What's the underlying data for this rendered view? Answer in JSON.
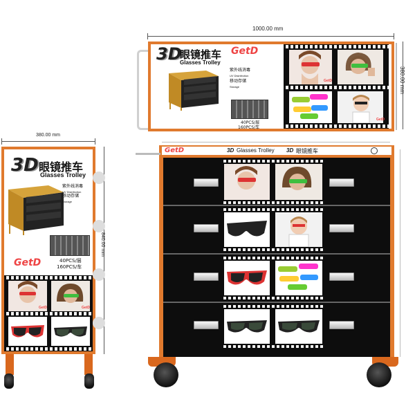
{
  "top_panel": {
    "width_label": "1000.00 mm",
    "height_label": "380.00 mm",
    "side_label": "",
    "title_cn": "眼镜推车",
    "title_en": "Glasses Trolley",
    "bullet1_cn": "紫外线消毒",
    "bullet1_en": "UV Disinfection",
    "bullet2_cn": "移动存储",
    "bullet2_en": "Storage",
    "capacity1": "40PCS/层",
    "capacity2": "160PCS/车",
    "brand": "GetD",
    "logo_3d": "3D"
  },
  "side_panel": {
    "width_label": "380.00 mm",
    "height_label": "840.00 mm",
    "title_cn": "眼镜推车",
    "title_en": "Glasses Trolley",
    "bullet1_cn": "紫外线消毒",
    "bullet1_en": "UV Disinfection",
    "bullet2_cn": "移动存储",
    "bullet2_en": "Storage",
    "capacity1": "40PCS/层",
    "capacity2": "160PCS/车",
    "brand": "GetD",
    "logo_3d": "3D"
  },
  "front_view": {
    "brand": "GetD",
    "header_text1": "Glasses Trolley",
    "header_text2": "眼镜推车",
    "top_dim": "",
    "bottom_dim": "",
    "right_dim": "",
    "small_brand": "GetD"
  },
  "colors": {
    "frame_orange": "#e07a2e",
    "panel_black": "#0d0d0d",
    "accent_red": "#e44444"
  }
}
